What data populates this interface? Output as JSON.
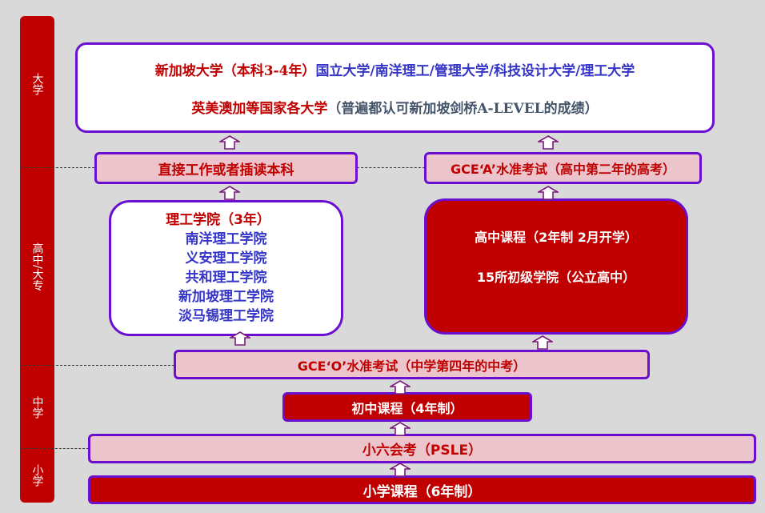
{
  "sidebar": {
    "university": "大学",
    "high_school_college": "高中/大专",
    "secondary": "中学",
    "primary": "小学"
  },
  "university_box": {
    "line1_red": "新加坡大学（本科3-4年）",
    "line1_blue": "国立大学/南洋理工/管理大学/科技设计大学/理工大学",
    "line2_red": "英美澳加等国家各大学",
    "line2_grey": "（普遍都认可新加坡剑桥A-LEVEL的成绩）"
  },
  "work_or_transfer": "直接工作或者插读本科",
  "gce_a": "GCE‘A’水准考试（高中第二年的高考）",
  "polytechnic": {
    "title": "理工学院（3年）",
    "schools": [
      "南洋理工学院",
      "义安理工学院",
      "共和理工学院",
      "新加坡理工学院",
      "淡马锡理工学院"
    ]
  },
  "junior_college": {
    "line1": "高中课程（2年制  2月开学）",
    "line2": "15所初级学院（公立高中）"
  },
  "gce_o": "GCE‘O’水准考试（中学第四年的中考）",
  "secondary_course": "初中课程（4年制）",
  "psle": "小六会考（PSLE）",
  "primary_course": "小学课程（6年制）",
  "colors": {
    "red": "#c00000",
    "purple": "#6a0fd0",
    "pink": "#ebc5cb",
    "blue": "#3535c8"
  }
}
